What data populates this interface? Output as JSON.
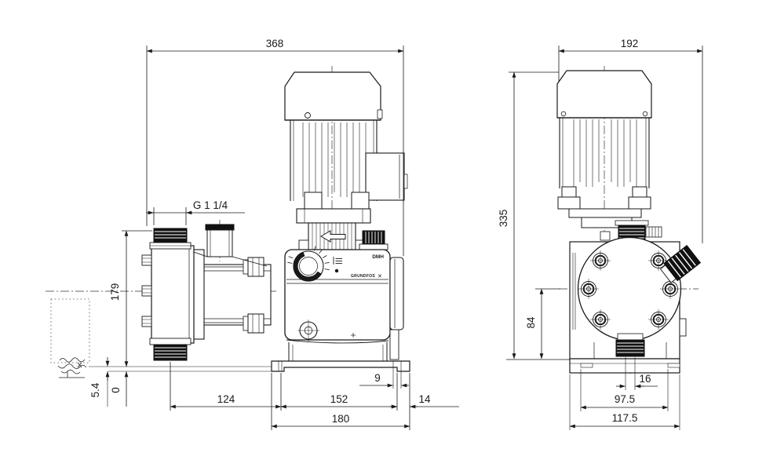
{
  "branding": {
    "model": "DMH",
    "logo": "GRUNDFOS",
    "logo_mark": "✕"
  },
  "dimensions": {
    "side": {
      "overall_length": "368",
      "connection_thread": "G 1 1/4",
      "connection_height": "179",
      "foot_plate_offset": "5.4",
      "zero_reference": "0",
      "valve_to_foot": "124",
      "foot_spacing": "152",
      "slot_width": "9",
      "foot_to_end": "14",
      "base_length": "180"
    },
    "front": {
      "overall_width": "192",
      "overall_height": "335",
      "head_center_height": "84",
      "center_offset": "16",
      "foot_hole_spacing": "97.5",
      "base_width": "117.5"
    }
  }
}
